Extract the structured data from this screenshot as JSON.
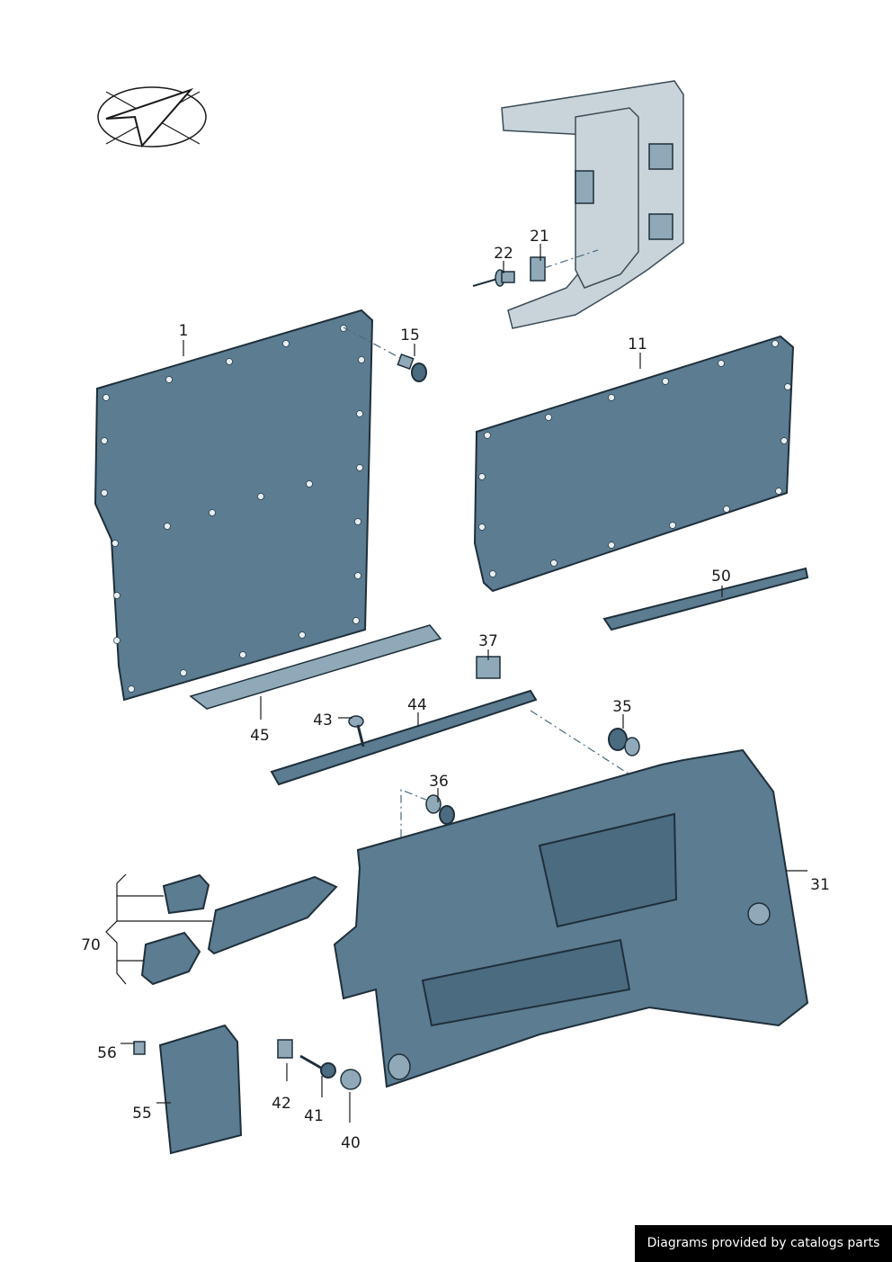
{
  "callouts": [
    {
      "id": "1",
      "label": "1"
    },
    {
      "id": "11",
      "label": "11"
    },
    {
      "id": "15",
      "label": "15"
    },
    {
      "id": "21",
      "label": "21"
    },
    {
      "id": "22",
      "label": "22"
    },
    {
      "id": "31",
      "label": "31"
    },
    {
      "id": "35",
      "label": "35"
    },
    {
      "id": "36",
      "label": "36"
    },
    {
      "id": "37",
      "label": "37"
    },
    {
      "id": "40",
      "label": "40"
    },
    {
      "id": "41",
      "label": "41"
    },
    {
      "id": "42",
      "label": "42"
    },
    {
      "id": "43",
      "label": "43"
    },
    {
      "id": "44",
      "label": "44"
    },
    {
      "id": "45",
      "label": "45"
    },
    {
      "id": "50",
      "label": "50"
    },
    {
      "id": "55",
      "label": "55"
    },
    {
      "id": "56",
      "label": "56"
    },
    {
      "id": "70",
      "label": "70"
    }
  ],
  "footer": {
    "text": "Diagrams provided by catalogs parts"
  },
  "colors": {
    "part_fill": "#5b7c91",
    "outline": "#1f2f3a",
    "body_fill": "#c9d4da"
  }
}
